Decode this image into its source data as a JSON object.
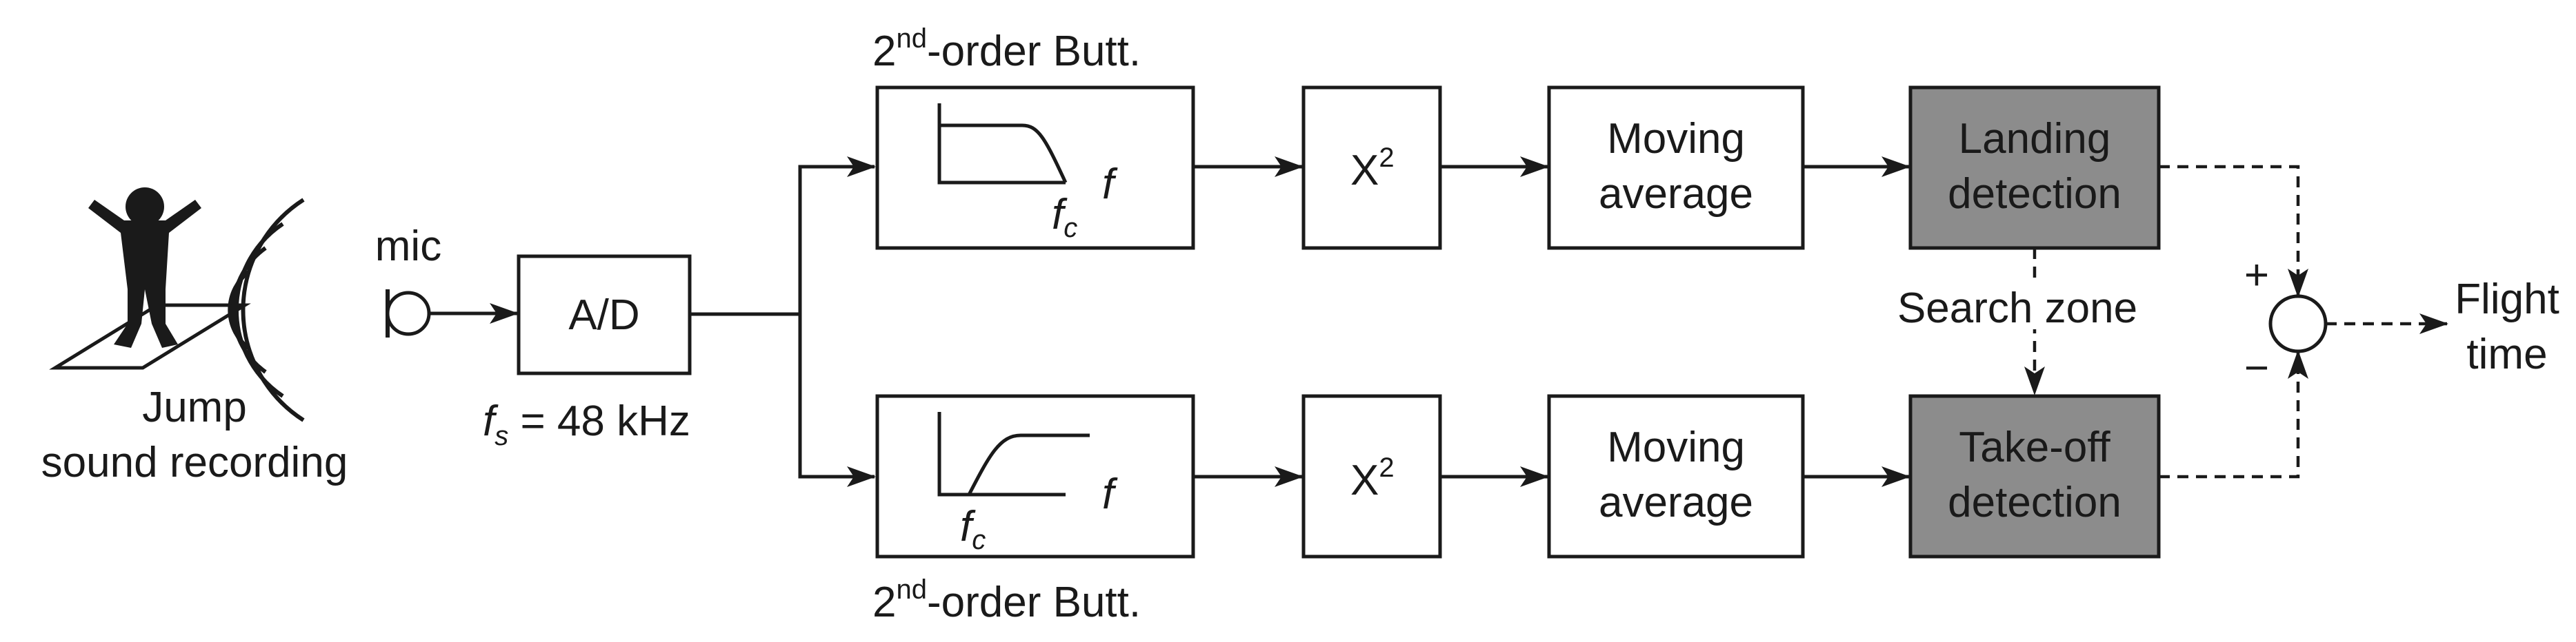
{
  "jump_label": [
    "Jump",
    "sound recording"
  ],
  "mic_label": "mic",
  "adc": {
    "label": "A/D",
    "fs_symbol": "f",
    "fs_subscript": "s",
    "fs_value": " = 48 kHz"
  },
  "filters": {
    "title_top": {
      "main": "2",
      "sup": "nd",
      "rest": "-order Butt."
    },
    "title_bottom": {
      "main": "2",
      "sup": "nd",
      "rest": "-order Butt."
    },
    "f_label": "f",
    "fc_symbol": "f",
    "fc_subscript": "c"
  },
  "square_block": {
    "main": "X",
    "sup": "2"
  },
  "moving_average": [
    "Moving",
    "average"
  ],
  "landing": [
    "Landing",
    "detection"
  ],
  "takeoff": [
    "Take-off",
    "detection"
  ],
  "search_zone": "Search zone",
  "summer": {
    "plus": "+",
    "minus": "−"
  },
  "output": [
    "Flight",
    "time"
  ],
  "colors": {
    "line": "#1a1a1a",
    "detector_fill": "#8c8c8c",
    "background": "#ffffff"
  }
}
